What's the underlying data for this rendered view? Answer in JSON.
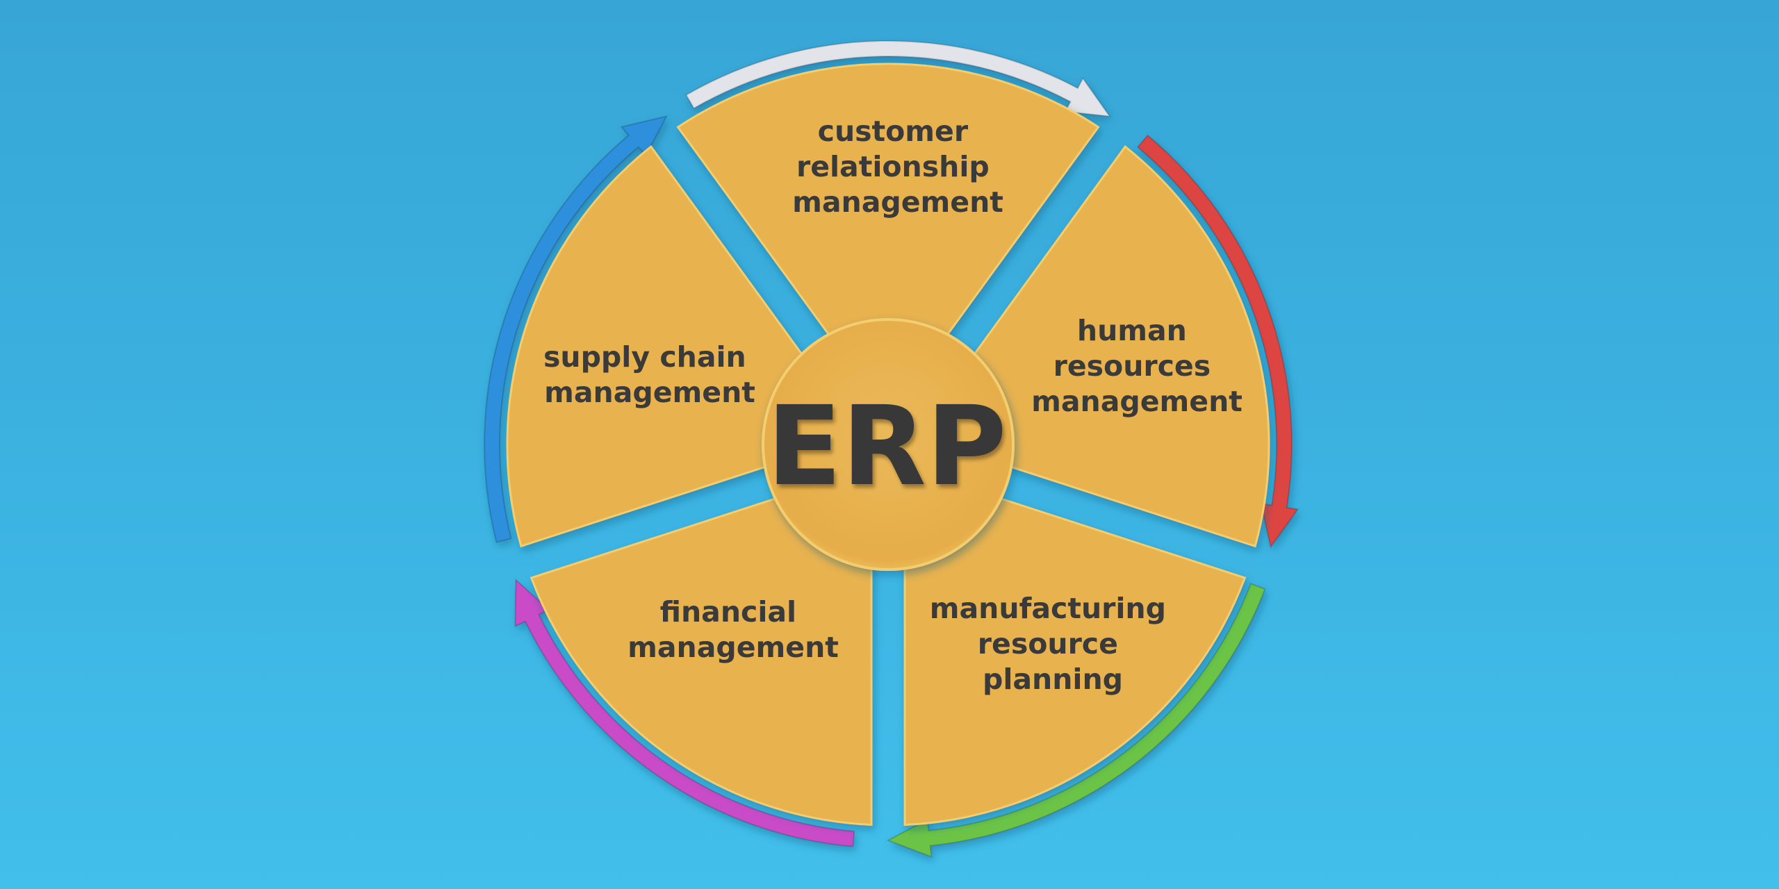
{
  "center": {
    "label": "ERP"
  },
  "segments": [
    {
      "id": "crm",
      "lines": [
        "customer",
        "relationship",
        "management"
      ]
    },
    {
      "id": "hrm",
      "lines": [
        "human",
        "resources",
        "management"
      ]
    },
    {
      "id": "mrp",
      "lines": [
        "manufacturing",
        "resource",
        "planning"
      ]
    },
    {
      "id": "fm",
      "lines": [
        "financial",
        "management"
      ]
    },
    {
      "id": "scm",
      "lines": [
        "supply chain",
        "management"
      ]
    }
  ],
  "colors": {
    "segment_fill": "#e8b24f",
    "segment_edge": "#f4cd6e",
    "text": "#3a3a3a",
    "arrows": [
      "#e3e3ea",
      "#dc4443",
      "#6cc447",
      "#c94bc8",
      "#2f8fdc"
    ]
  }
}
